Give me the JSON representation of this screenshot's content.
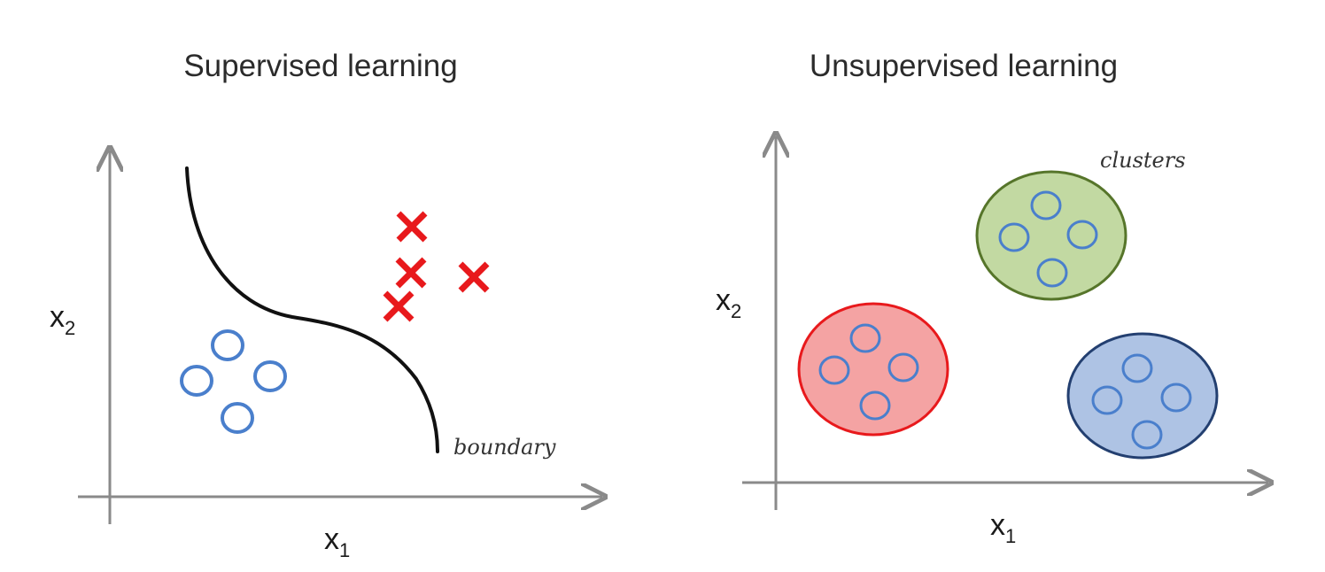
{
  "panels": [
    {
      "title": "Supervised learning",
      "x_label": "x",
      "x_sub": "1",
      "y_label": "x",
      "y_sub": "2",
      "annotation": "boundary"
    },
    {
      "title": "Unsupervised learning",
      "x_label": "x",
      "x_sub": "1",
      "y_label": "x",
      "y_sub": "2",
      "annotation": "clusters"
    }
  ],
  "colors": {
    "axis": "#8a8a8a",
    "class_x": "#e8191c",
    "class_o": "#4a7fcc",
    "boundary": "#111111",
    "cluster_red_fill": "#f4a3a3",
    "cluster_red_stroke": "#e8191c",
    "cluster_green_fill": "#c2d9a2",
    "cluster_green_stroke": "#56752a",
    "cluster_blue_fill": "#aec3e4",
    "cluster_blue_stroke": "#233f70",
    "cluster_point": "#4a7fcc"
  },
  "icons": {
    "class_x": "cross-marker",
    "class_o": "circle-marker"
  }
}
